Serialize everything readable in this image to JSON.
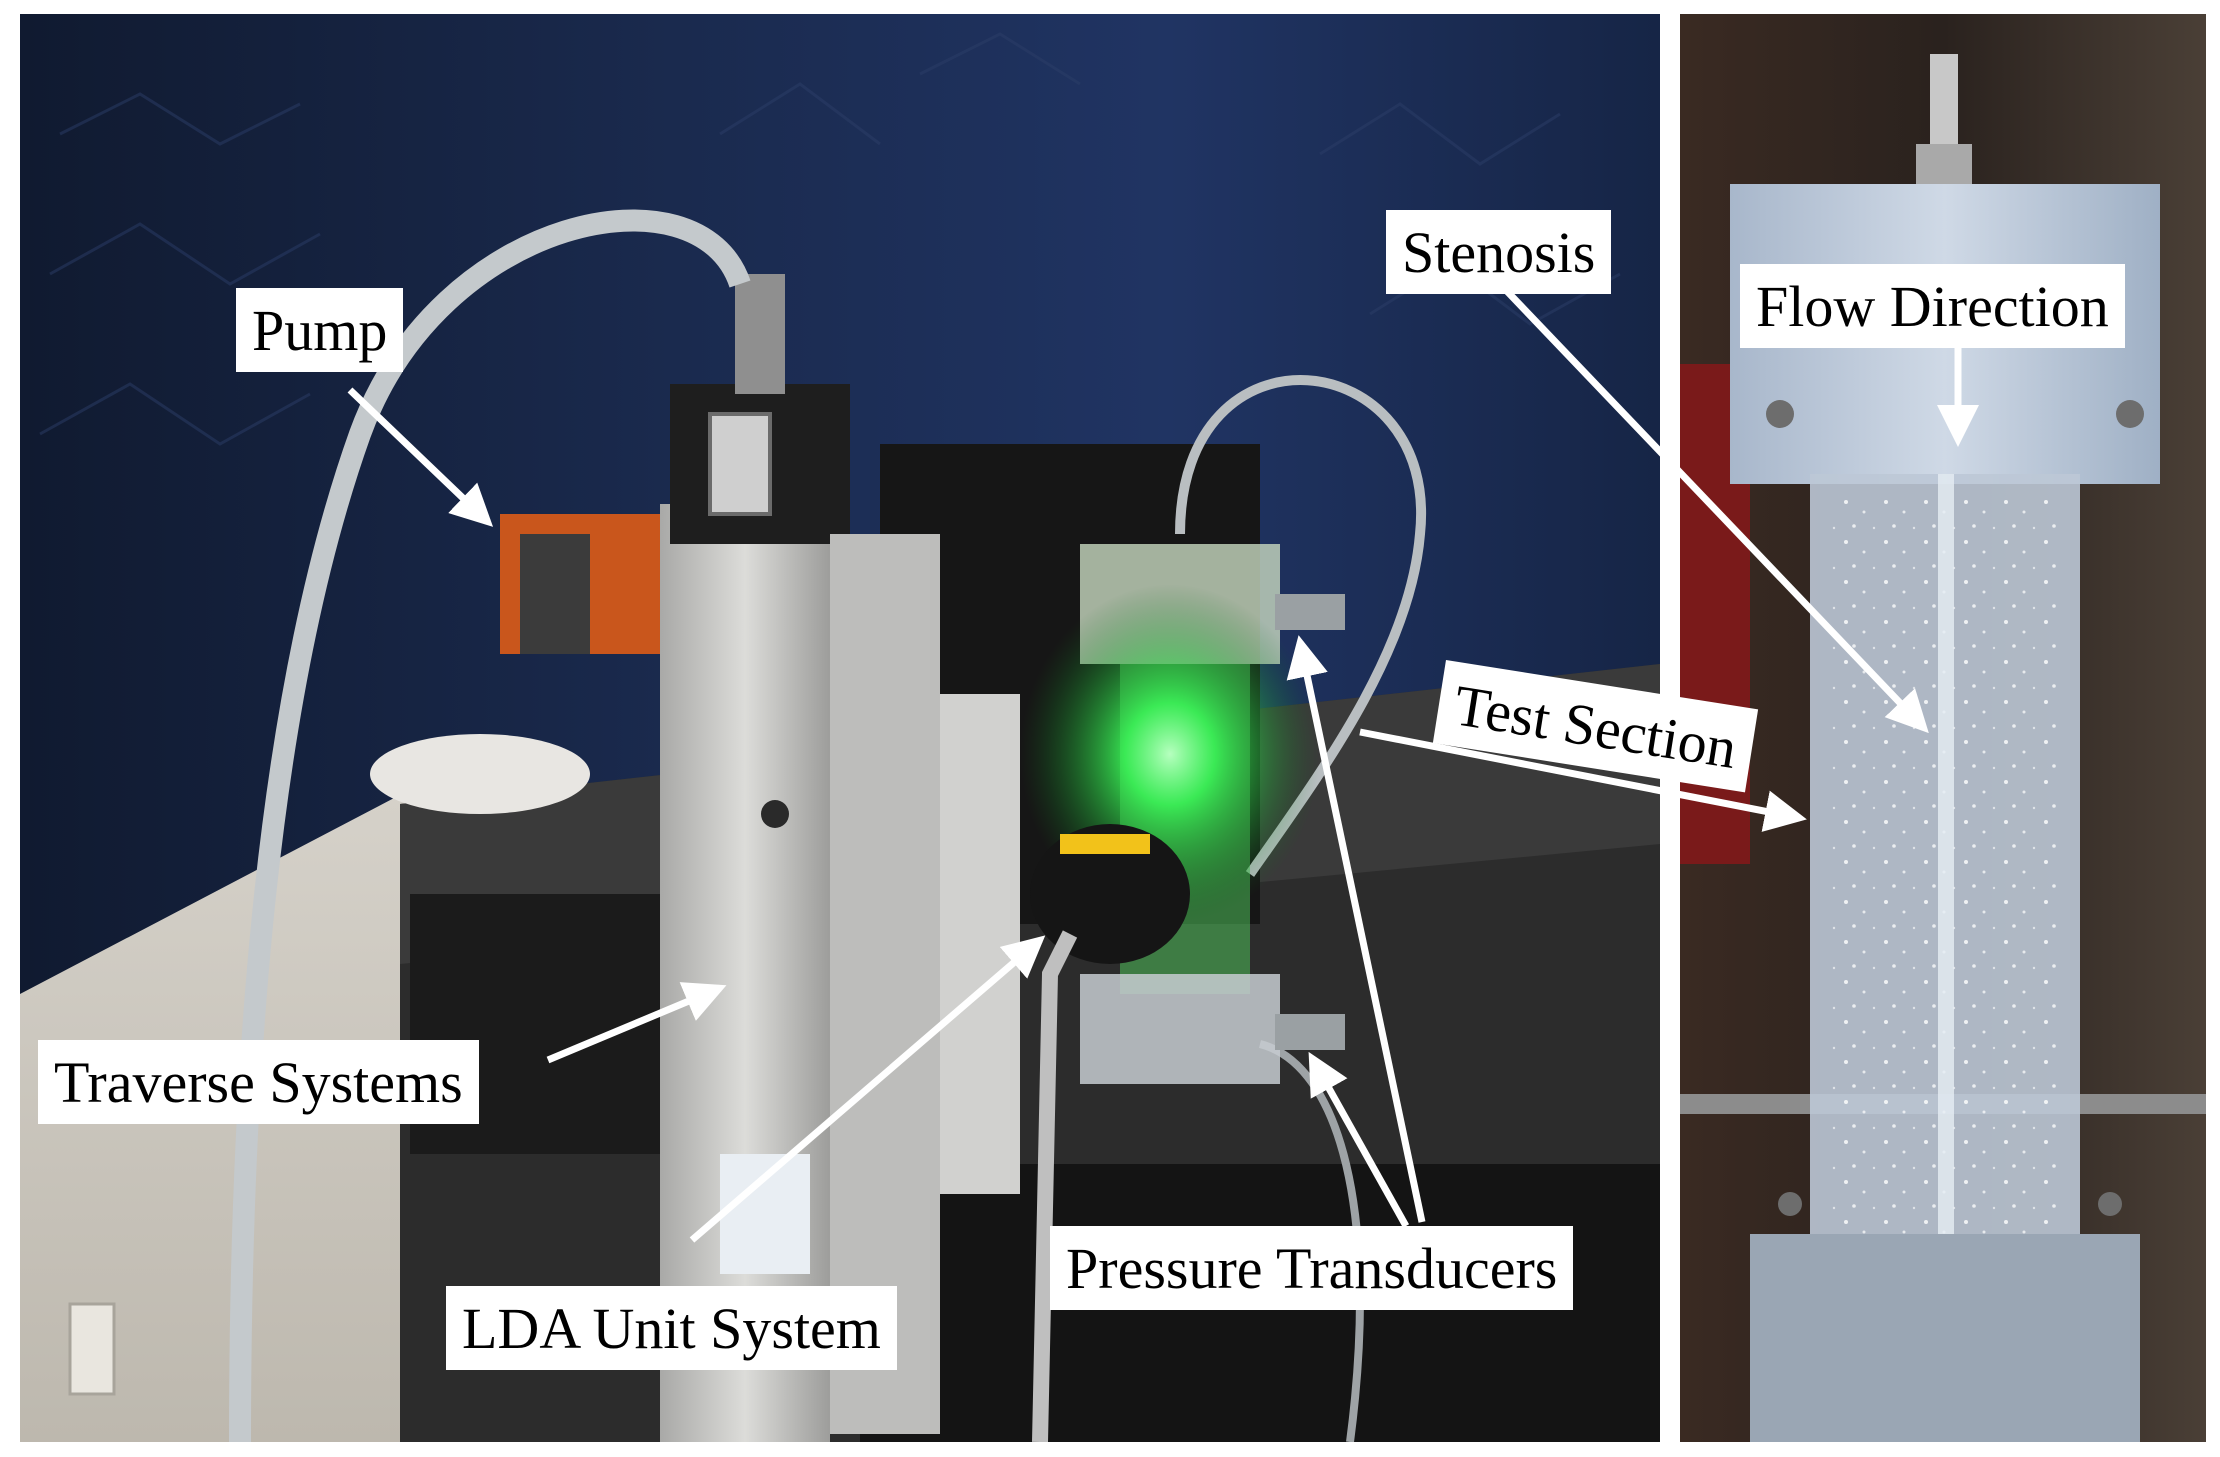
{
  "labels": {
    "pump": "Pump",
    "stenosis": "Stenosis",
    "flow_direction": "Flow Direction",
    "test_section": "Test Section",
    "traverse_systems": "Traverse Systems",
    "pressure_transducers": "Pressure Transducers",
    "lda_unit_system": "LDA Unit System"
  },
  "colors": {
    "curtain": "#1a2744",
    "curtain_light": "#2a3c66",
    "wall": "#d9d5cc",
    "traverse_rail": "#c8c8c6",
    "laser_green": "#3cff5a",
    "acrylic": "#b9c7d8",
    "table_dark": "#2a2a2a",
    "label_bg": "#ffffff",
    "arrow": "#ffffff"
  }
}
